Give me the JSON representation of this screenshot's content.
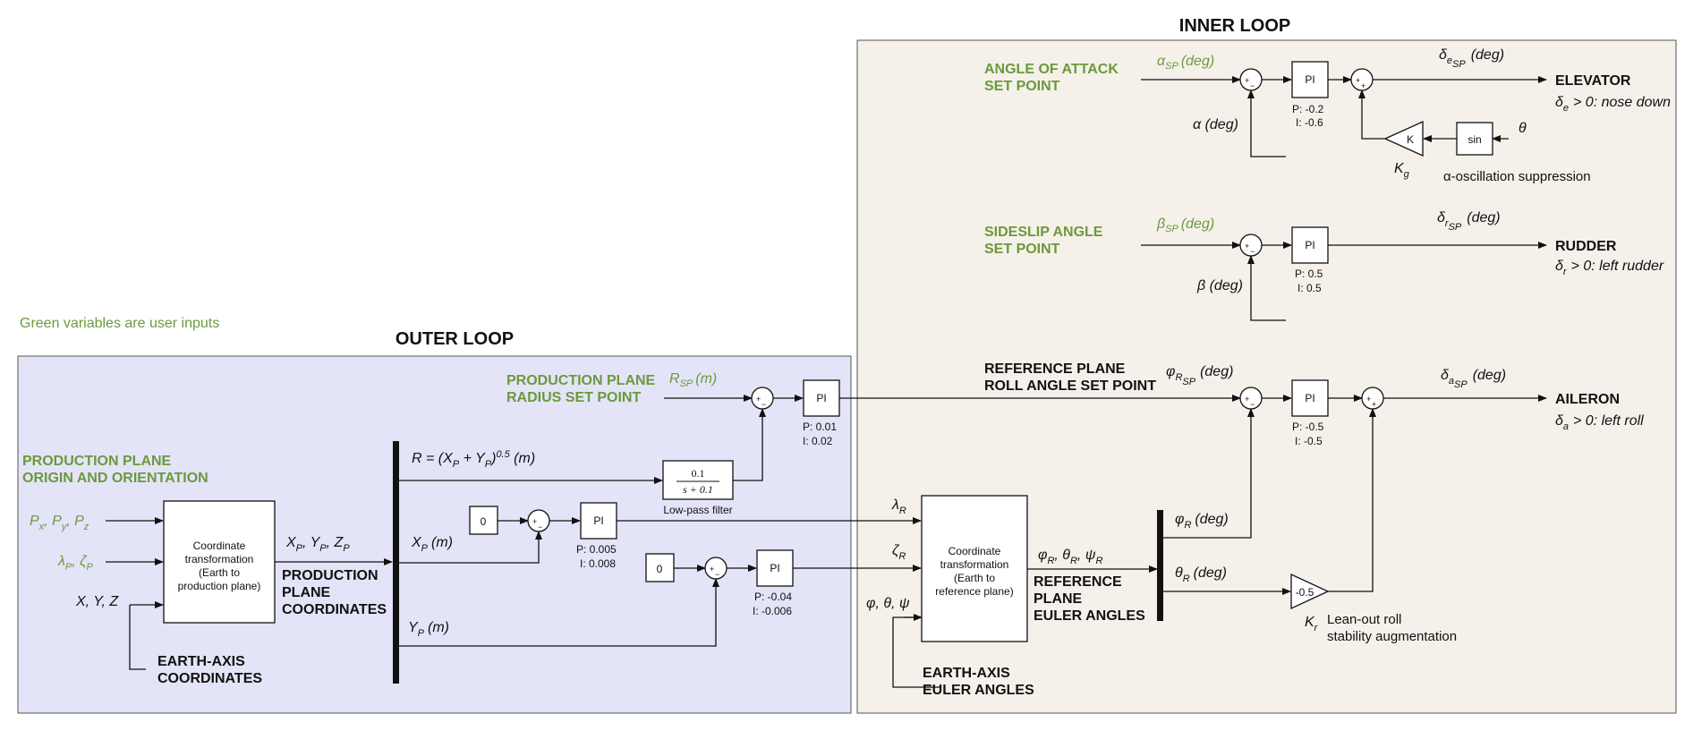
{
  "headers": {
    "inner": "INNER LOOP",
    "outer": "OUTER LOOP"
  },
  "note": "Green variables are user inputs",
  "colors": {
    "user_input": "#6a9a3c",
    "outer_bg": "#e4e4f8",
    "inner_bg": "#f5f1ea"
  },
  "inner": {
    "aoa": {
      "label1": "ANGLE OF ATTACK",
      "label2": "SET POINT",
      "sp": "α",
      "sp_sub": "SP",
      "sp_unit": "(deg)",
      "fb": "α (deg)",
      "pi": "PI",
      "p": "P: -0.2",
      "i": "I: -0.6",
      "out": "δ",
      "out_sub": "e",
      "out_sub2": "SP",
      "out_unit": "(deg)",
      "target": "ELEVATOR",
      "conv": "δ",
      "conv_sub": "e",
      "conv_rest": "> 0: nose down",
      "k": "K",
      "kg": "K",
      "kg_sub": "g",
      "sin": "sin",
      "theta": "θ",
      "supp": "α-oscillation suppression"
    },
    "slip": {
      "label1": "SIDESLIP ANGLE",
      "label2": "SET POINT",
      "sp": "β",
      "sp_sub": "SP",
      "sp_unit": "(deg)",
      "fb": "β (deg)",
      "pi": "PI",
      "p": "P: 0.5",
      "i": "I: 0.5",
      "out": "δ",
      "out_sub": "r",
      "out_sub2": "SP",
      "out_unit": "(deg)",
      "target": "RUDDER",
      "conv": "δ",
      "conv_sub": "r",
      "conv_rest": "> 0: left rudder"
    },
    "roll": {
      "label1": "REFERENCE PLANE",
      "label2": "ROLL ANGLE SET POINT",
      "sp": "φ",
      "sp_sub": "R",
      "sp_sub2": "SP",
      "sp_unit": "(deg)",
      "pi": "PI",
      "p": "P: -0.5",
      "i": "I: -0.5",
      "out": "δ",
      "out_sub": "a",
      "out_sub2": "SP",
      "out_unit": "(deg)",
      "target": "AILERON",
      "conv": "δ",
      "conv_sub": "a",
      "conv_rest": "> 0: left roll"
    },
    "ref": {
      "block": [
        "Coordinate",
        "transformation",
        "(Earth to",
        "reference plane)"
      ],
      "lambda": "λ",
      "lambda_sub": "R",
      "zeta": "ζ",
      "zeta_sub": "R",
      "euler_in": "φ, θ, ψ",
      "out": "φ",
      "out_sub": "R",
      "out_mid": ", θ",
      "out_sub2": "R",
      "out_mid2": ", ψ",
      "out_sub3": "R",
      "lbl1": "REFERENCE",
      "lbl2": "PLANE",
      "lbl3": "EULER ANGLES",
      "earth1": "EARTH-AXIS",
      "earth2": "EULER ANGLES",
      "phi": "φ",
      "phi_sub": "R",
      "phi_unit": "(deg)",
      "th": "θ",
      "th_sub": "R",
      "th_unit": "(deg)",
      "gain": "-0.5",
      "kr": "K",
      "kr_sub": "r",
      "lean1": "Lean-out roll",
      "lean2": "stability augmentation"
    }
  },
  "outer": {
    "prod_label1": "PRODUCTION PLANE",
    "prod_label2": "ORIGIN AND ORIENTATION",
    "p_in": "P",
    "p_in_sub1": "x",
    "p_in_mid1": ", P",
    "p_in_sub2": "y",
    "p_in_mid2": ", P",
    "p_in_sub3": "z",
    "lz_in": "λ",
    "lz_sub1": "P",
    "lz_mid": ", ζ",
    "lz_sub2": "P",
    "xyz": "X, Y, Z",
    "block": [
      "Coordinate",
      "transformation",
      "(Earth to",
      "production plane)"
    ],
    "earth1": "EARTH-AXIS",
    "earth2": "COORDINATES",
    "xp": "X",
    "xp_sub": "P",
    "xp_mid": ", Y",
    "xp_sub2": "P",
    "xp_mid2": ", Z",
    "xp_sub3": "P",
    "pp1": "PRODUCTION",
    "pp2": "PLANE",
    "pp3": "COORDINATES",
    "radius1": "PRODUCTION PLANE",
    "radius2": "RADIUS SET POINT",
    "rsp": "R",
    "rsp_sub": "SP",
    "rsp_unit": "(m)",
    "r_eq": "R = (X",
    "r_eq_sub": "P",
    "r_eq_mid": " + Y",
    "r_eq_sub2": "P",
    "r_eq_end": ")",
    "r_eq_exp": "0.5",
    "r_eq_unit": " (m)",
    "lpf_num": "0.1",
    "lpf_den": "s + 0.1",
    "lpf_label": "Low-pass filter",
    "pi_r": "PI",
    "p_r": "P: 0.01",
    "i_r": "I: 0.02",
    "zero1": "0",
    "xpm": "X",
    "xpm_sub": "P",
    "xpm_unit": "(m)",
    "pi_x": "PI",
    "p_x": "P: 0.005",
    "i_x": "I: 0.008",
    "zero2": "0",
    "ypm": "Y",
    "ypm_sub": "P",
    "ypm_unit": "(m)",
    "pi_y": "PI",
    "p_y": "P: -0.04",
    "i_y": "I: -0.006"
  }
}
